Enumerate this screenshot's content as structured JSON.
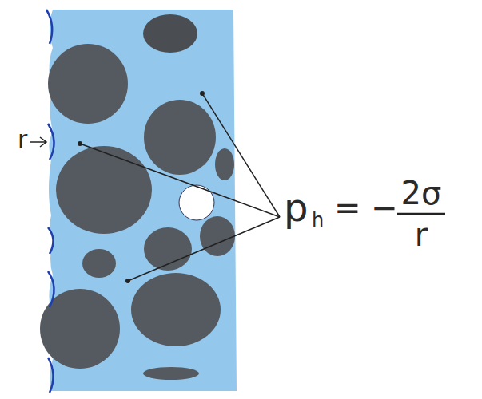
{
  "diagram": {
    "labels": [
      "r",
      "p",
      "h",
      "= −",
      "2σ",
      "r"
    ]
  }
}
